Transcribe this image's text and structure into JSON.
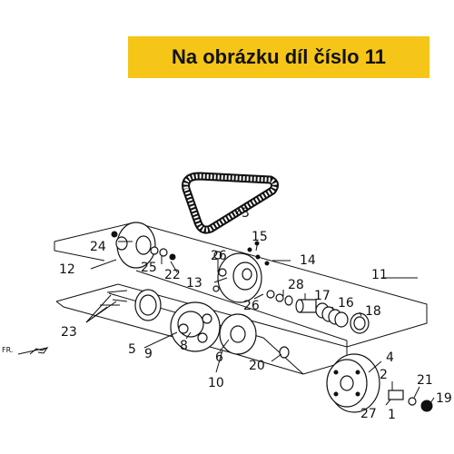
{
  "banner": {
    "text": "Na obrázku díl číslo 11"
  },
  "orientation": {
    "label": "FR."
  },
  "callouts": {
    "c1": "1",
    "c2": "2",
    "c3": "3",
    "c4": "4",
    "c5": "5",
    "c6": "6",
    "c8": "8",
    "c9": "9",
    "c10": "10",
    "c11": "11",
    "c12": "12",
    "c13": "13",
    "c14": "14",
    "c15": "15",
    "c16": "16",
    "c17": "17",
    "c18": "18",
    "c19": "19",
    "c20": "20",
    "c21": "21",
    "c22": "22",
    "c23": "23",
    "c24": "24",
    "c25": "25",
    "c26a": "26",
    "c26b": "26",
    "c27": "27",
    "c28": "28"
  },
  "colors": {
    "banner_bg": "#f5c518",
    "ink": "#111111"
  }
}
